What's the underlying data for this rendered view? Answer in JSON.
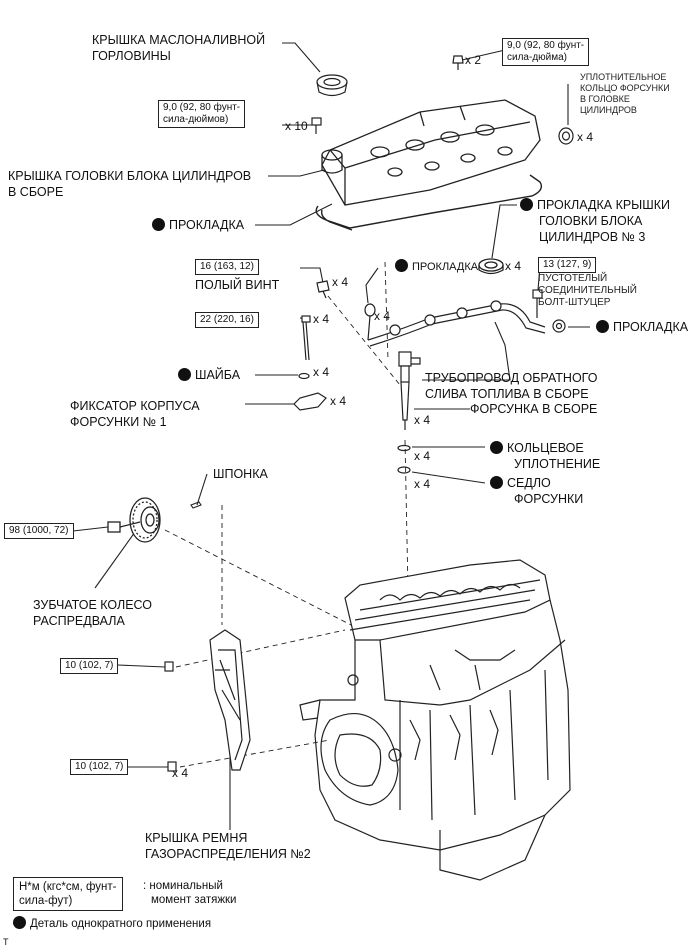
{
  "labels": {
    "oil_cap": [
      "КРЫШКА МАСЛОНАЛИВНОЙ",
      "ГОРЛОВИНЫ"
    ],
    "head_cover_assy": [
      "КРЫШКА ГОЛОВКИ БЛОКА ЦИЛИНДРОВ",
      "В СБОРЕ"
    ],
    "gasket_main": "ПРОКЛАДКА",
    "seal_ring": [
      "УПЛОТНИТЕЛЬНОЕ",
      "КОЛЬЦО ФОРСУНКИ",
      "В ГОЛОВКЕ",
      "ЦИЛИНДРОВ"
    ],
    "head_cover_gasket3": [
      "ПРОКЛАДКА КРЫШКИ",
      "ГОЛОВКИ БЛОКА",
      "ЦИЛИНДРОВ № 3"
    ],
    "gasket_small": "ПРОКЛАДКА",
    "hollow_screw": "ПОЛЫЙ ВИНТ",
    "union_bolt": [
      "ПУСТОТЕЛЫЙ",
      "СОЕДИНИТЕЛЬНЫЙ",
      "БОЛТ-ШТУЦЕР"
    ],
    "gasket_right": "ПРОКЛАДКА",
    "washer": "ШАЙБА",
    "return_pipe": [
      "ТРУБОПРОВОД ОБРАТНОГО",
      "СЛИВА ТОПЛИВА В СБОРЕ"
    ],
    "clamp": [
      "ФИКСАТОР КОРПУСА",
      "ФОРСУНКИ № 1"
    ],
    "injector": "ФОРСУНКА В СБОРЕ",
    "o_ring": [
      "КОЛЬЦЕВОЕ",
      "УПЛОТНЕНИЕ"
    ],
    "seat": [
      "СЕДЛО",
      "ФОРСУНКИ"
    ],
    "key": "ШПОНКА",
    "cam_gear": [
      "ЗУБЧАТОЕ КОЛЕСО",
      "РАСПРЕДВАЛА"
    ],
    "belt_cover": [
      "КРЫШКА РЕМНЯ",
      "ГАЗОРАСПРЕДЕЛЕНИЯ №2"
    ]
  },
  "torques": {
    "cap_bolts": [
      "9,0 (92, 80 фунт-",
      "сила-дюйма)"
    ],
    "cover_bolts": [
      "9,0 (92, 80 фунт-",
      "сила-дюймов)"
    ],
    "hollow_screw": "16 (163, 12)",
    "union_bolt": "13 (127, 9)",
    "clamp_bolt": "22 (220, 16)",
    "gear_bolt": "98 (1000, 72)",
    "cover_bolt_1": "10 (102, 7)",
    "cover_bolt_2": "10 (102, 7)"
  },
  "quantities": {
    "cap_bolts": "x 2",
    "cover_bolts": "x 10",
    "seal_ring": "x 4",
    "gasket3": "x 4",
    "hollow_screw": "x 4",
    "gasket_small": "x 4",
    "clamp_bolt": "x 4",
    "washer": "x 4",
    "clamp": "x 4",
    "injector": "x 4",
    "o_ring": "x 4",
    "seat": "x 4",
    "cover_bolt_2": "x 4"
  },
  "legend": {
    "torque_box": [
      "Н*м (кгс*см, фунт-",
      "сила-фут)"
    ],
    "torque_desc": [
      ": номинальный",
      "момент затяжки"
    ],
    "single_use": "Деталь однократного применения"
  },
  "footer_mark": "T",
  "colors": {
    "ink": "#111111",
    "line": "#222222"
  }
}
